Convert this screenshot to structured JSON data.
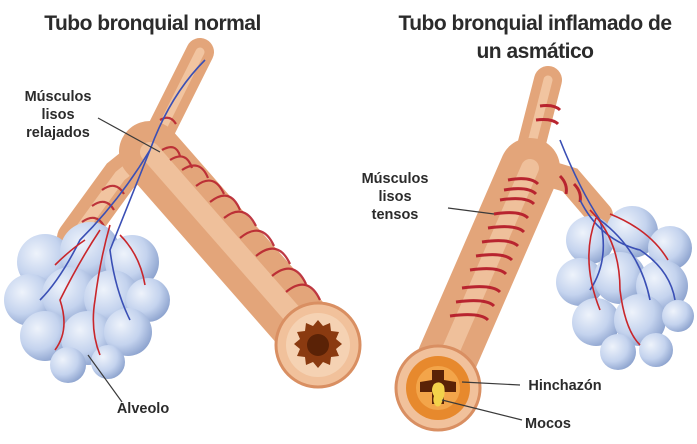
{
  "titles": {
    "normal": "Tubo bronquial normal",
    "asthmatic_line1": "Tubo bronquial inflamado de",
    "asthmatic_line2": "un asmático"
  },
  "labels": {
    "relaxed_line1": "Músculos",
    "relaxed_line2": "lisos",
    "relaxed_line3": "relajados",
    "tense_line1": "Músculos",
    "tense_line2": "lisos",
    "tense_line3": "tensos",
    "alveolus": "Alveolo",
    "swelling": "Hinchazón",
    "mucus": "Mocos"
  },
  "colors": {
    "tube": "#f0b98e",
    "tube_shade": "#d98f62",
    "muscle": "#b8242f",
    "alveoli": "#c4d3ee",
    "alveoli_shade": "#8ea4cf",
    "vein": "#3a4fb5",
    "artery": "#c9262b",
    "lumen_normal": "#8a3a10",
    "swelling": "#e7892d",
    "mucus": "#f3d24a"
  }
}
